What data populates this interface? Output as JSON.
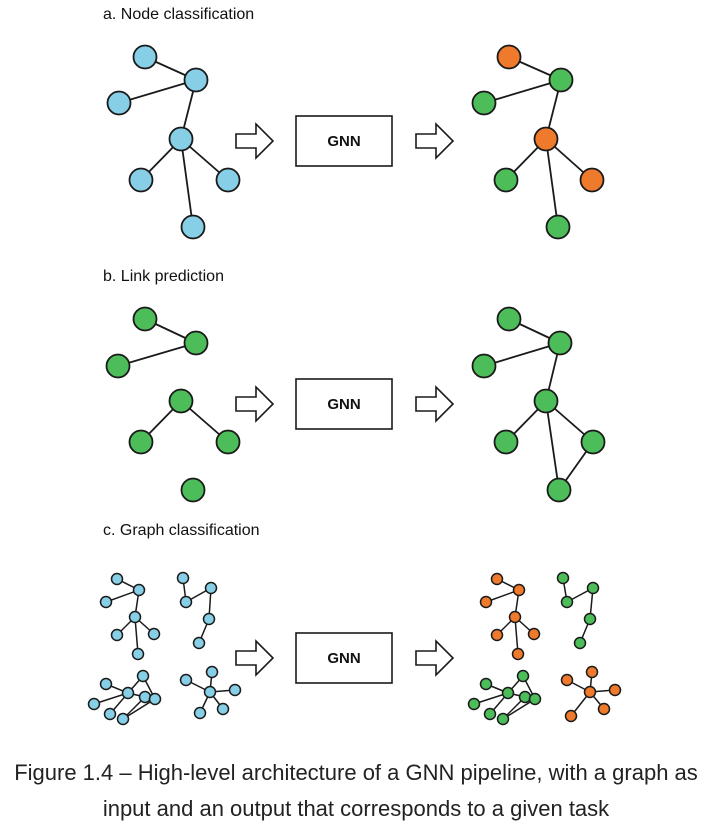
{
  "colors": {
    "blue": "#86cfe6",
    "green": "#4dbd5a",
    "orange": "#f07a2c",
    "stroke": "#1a1a1a"
  },
  "sections": [
    {
      "title": "a.  Node classification",
      "box_label": "GNN"
    },
    {
      "title": "b.  Link prediction",
      "box_label": "GNN"
    },
    {
      "title": "c.  Graph classification",
      "box_label": "GNN"
    }
  ],
  "caption": {
    "line1": "Figure 1.4 – High-level architecture of a GNN pipeline, with a graph as",
    "line2": "input and an output that corresponds to a given task"
  }
}
